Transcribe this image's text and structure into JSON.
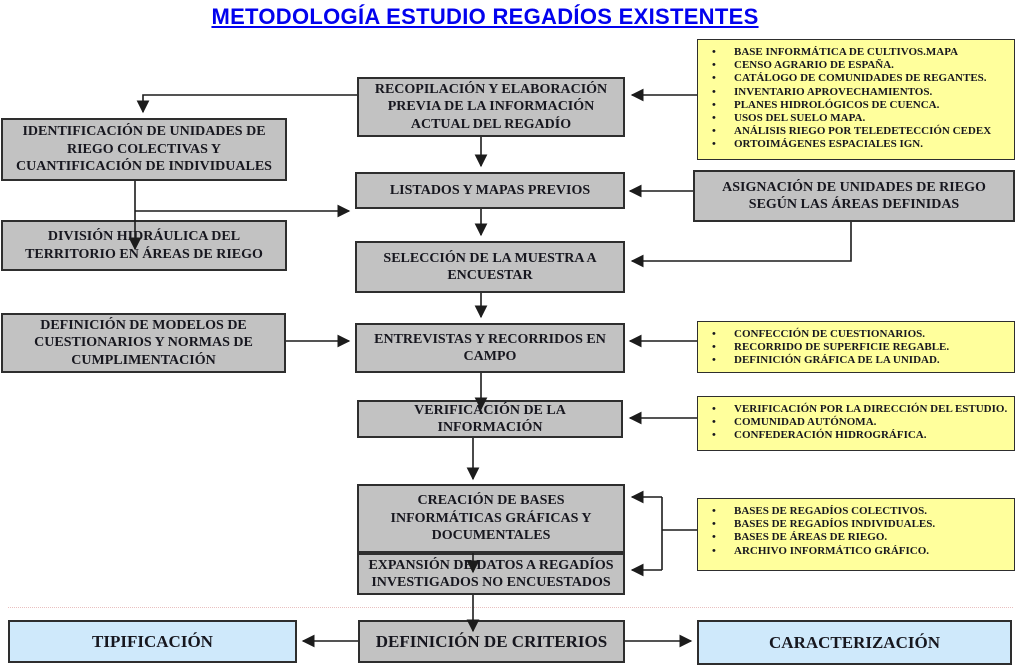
{
  "title": "METODOLOGÍA ESTUDIO REGADÍOS EXISTENTES",
  "icons": {
    "bullet": "•"
  },
  "colors": {
    "title_blue": "#0202EE",
    "process_gray": "#C2C2C2",
    "note_yellow": "#FFFF9C",
    "result_blue": "#CFE9FB",
    "line_black": "#1C1C1C"
  },
  "flow": {
    "recopilacion": "RECOPILACIÓN Y ELABORACIÓN\nPREVIA DE LA INFORMACIÓN\nACTUAL DEL REGADÍO",
    "identificacion": "IDENTIFICACIÓN DE UNIDADES DE\nRIEGO COLECTIVAS Y\nCUANTIFICACIÓN DE INDIVIDUALES",
    "listados": "LISTADOS Y MAPAS PREVIOS",
    "asignacion": "ASIGNACIÓN DE UNIDADES DE RIEGO\nSEGÚN LAS ÁREAS DEFINIDAS",
    "division": "DIVISIÓN HIDRÁULICA DEL\nTERRITORIO EN ÁREAS DE RIEGO",
    "seleccion": "SELECCIÓN DE LA MUESTRA A\nENCUESTAR",
    "def_modelos": "DEFINICIÓN DE MODELOS DE\nCUESTIONARIOS Y NORMAS DE\nCUMPLIMENTACIÓN",
    "entrevistas": "ENTREVISTAS Y RECORRIDOS EN\nCAMPO",
    "verificacion": "VERIFICACIÓN DE LA\nINFORMACIÓN",
    "creacion": "CREACIÓN DE BASES\nINFORMÁTICAS GRÁFICAS Y\nDOCUMENTALES",
    "expansion": "EXPANSIÓN DE DATOS A REGADÍOS\nINVESTIGADOS NO ENCUESTADOS",
    "tipificacion": "TIPIFICACIÓN",
    "def_criterios": "DEFINICIÓN DE CRITERIOS",
    "caracterizacion": "CARACTERIZACIÓN"
  },
  "notes": {
    "fuentes": {
      "items": [
        "BASE INFORMÁTICA DE CULTIVOS.MAPA",
        "CENSO AGRARIO DE ESPAÑA.",
        "CATÁLOGO DE COMUNIDADES DE REGANTES.",
        "INVENTARIO APROVECHAMIENTOS.",
        "PLANES HIDROLÓGICOS DE CUENCA.",
        "USOS DEL SUELO MAPA.",
        "ANÁLISIS RIEGO POR TELEDETECCIÓN CEDEX",
        "ORTOIMÁGENES ESPACIALES IGN."
      ]
    },
    "campo": {
      "items": [
        "CONFECCIÓN DE CUESTIONARIOS.",
        "RECORRIDO DE SUPERFICIE REGABLE.",
        "DEFINICIÓN GRÁFICA DE LA UNIDAD."
      ]
    },
    "verificadores": {
      "items": [
        "VERIFICACIÓN POR LA DIRECCIÓN DEL ESTUDIO.",
        "COMUNIDAD AUTÓNOMA.",
        "CONFEDERACIÓN HIDROGRÁFICA."
      ]
    },
    "bases": {
      "items": [
        "BASES DE REGADÍOS COLECTIVOS.",
        "BASES DE REGADÍOS INDIVIDUALES.",
        "BASES DE ÁREAS DE RIEGO.",
        "ARCHIVO INFORMÁTICO GRÁFICO."
      ]
    }
  }
}
